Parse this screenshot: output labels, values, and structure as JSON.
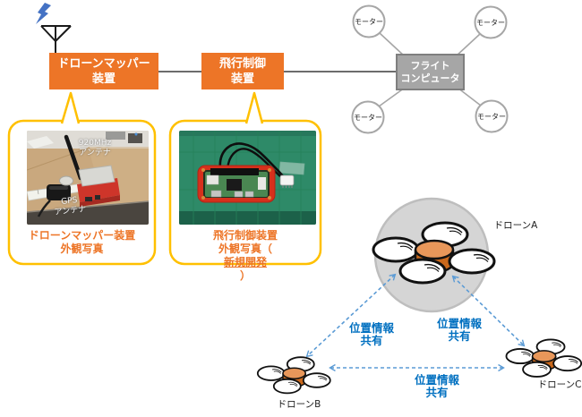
{
  "colors": {
    "accent_orange": "#ED7527",
    "callout_border": "#FFC000",
    "caption_text": "#ED7527",
    "share_label_blue": "#0070C0",
    "arrow_blue": "#5B9BD5",
    "computer_gray": "#A6A6A6",
    "bolt_blue": "#4472C4",
    "drone_body_orange": "#D2691E"
  },
  "architecture": {
    "drone_mapper_box": {
      "line1": "ドローンマッパー",
      "line2": "装置"
    },
    "flight_control_box": {
      "line1": "飛行制御",
      "line2": "装置"
    },
    "flight_computer_box": {
      "line1": "フライト",
      "line2": "コンピュータ"
    },
    "motors": [
      {
        "label": "モーター"
      },
      {
        "label": "モーター"
      },
      {
        "label": "モーター"
      },
      {
        "label": "モーター"
      }
    ]
  },
  "callouts": {
    "mapper_photo": {
      "annotation_antenna_line1": "920MHz",
      "annotation_antenna_line2": "アンテナ",
      "annotation_gps_line1": "GPS",
      "annotation_gps_line2": "アンテナ",
      "caption_line1": "ドローンマッパー装置",
      "caption_line2": "外観写真"
    },
    "controller_photo": {
      "caption_line1": "飛行制御装置",
      "caption_line2_pre": "外観写真（",
      "caption_line2_underline": "新規開発",
      "caption_line2_post": "）"
    }
  },
  "swarm": {
    "drone_a_label": "ドローンA",
    "drone_b_label": "ドローンB",
    "drone_c_label": "ドローンC",
    "share_left": {
      "line1": "位置情報",
      "line2": "共有"
    },
    "share_right": {
      "line1": "位置情報",
      "line2": "共有"
    },
    "share_bottom": {
      "line1": "位置情報",
      "line2": "共有"
    }
  }
}
